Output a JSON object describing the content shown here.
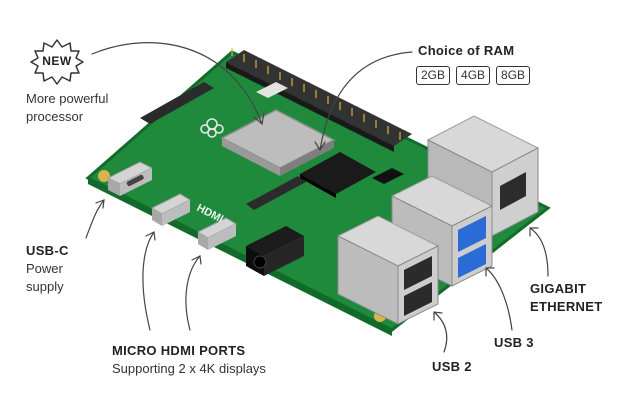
{
  "badge": {
    "text": "NEW"
  },
  "processor": {
    "line1": "More powerful",
    "line2": "processor"
  },
  "ram": {
    "title": "Choice of RAM",
    "options": [
      "2GB",
      "4GB",
      "8GB"
    ]
  },
  "usbc": {
    "title": "USB-C",
    "line1": "Power",
    "line2": "supply"
  },
  "hdmi": {
    "title": "MICRO HDMI PORTS",
    "subtitle": "Supporting 2 x 4K displays"
  },
  "usb2": {
    "label": "USB 2"
  },
  "usb3": {
    "label": "USB 3"
  },
  "ethernet": {
    "line1": "GIGABIT",
    "line2": "ETHERNET"
  },
  "colors": {
    "board": "#1f8a3c",
    "board_dark": "#136b2b",
    "metal": "#c9c9c9",
    "usb3_blue": "#2a6bd6",
    "gold": "#d9b44a"
  },
  "board_print": {
    "logo": "HDMI"
  }
}
